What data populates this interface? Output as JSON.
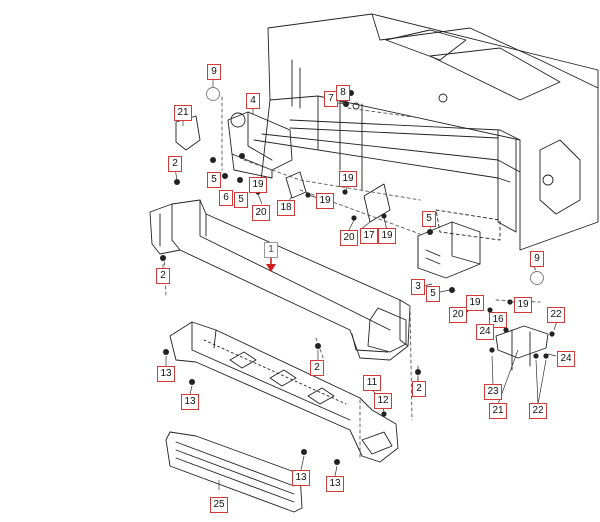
{
  "diagram": {
    "callouts": [
      {
        "id": "c1",
        "label": "1",
        "variant": "grey"
      },
      {
        "id": "c2a",
        "label": "2"
      },
      {
        "id": "c2b",
        "label": "2"
      },
      {
        "id": "c2c",
        "label": "2"
      },
      {
        "id": "c2d",
        "label": "2"
      },
      {
        "id": "c3",
        "label": "3"
      },
      {
        "id": "c4",
        "label": "4"
      },
      {
        "id": "c5a",
        "label": "5"
      },
      {
        "id": "c5b",
        "label": "5"
      },
      {
        "id": "c5c",
        "label": "5"
      },
      {
        "id": "c5d",
        "label": "5"
      },
      {
        "id": "c6",
        "label": "6"
      },
      {
        "id": "c7",
        "label": "7"
      },
      {
        "id": "c8",
        "label": "8"
      },
      {
        "id": "c9a",
        "label": "9"
      },
      {
        "id": "c9b",
        "label": "9"
      },
      {
        "id": "c11",
        "label": "11"
      },
      {
        "id": "c12",
        "label": "12"
      },
      {
        "id": "c13a",
        "label": "13"
      },
      {
        "id": "c13b",
        "label": "13"
      },
      {
        "id": "c13c",
        "label": "13"
      },
      {
        "id": "c13d",
        "label": "13"
      },
      {
        "id": "c16",
        "label": "16"
      },
      {
        "id": "c17",
        "label": "17"
      },
      {
        "id": "c18",
        "label": "18"
      },
      {
        "id": "c19a",
        "label": "19"
      },
      {
        "id": "c19b",
        "label": "19"
      },
      {
        "id": "c19c",
        "label": "19"
      },
      {
        "id": "c19d",
        "label": "19"
      },
      {
        "id": "c19e",
        "label": "19"
      },
      {
        "id": "c19f",
        "label": "19"
      },
      {
        "id": "c20a",
        "label": "20"
      },
      {
        "id": "c20b",
        "label": "20"
      },
      {
        "id": "c20c",
        "label": "20"
      },
      {
        "id": "c21a",
        "label": "21"
      },
      {
        "id": "c21b",
        "label": "21"
      },
      {
        "id": "c22a",
        "label": "22"
      },
      {
        "id": "c22b",
        "label": "22"
      },
      {
        "id": "c23",
        "label": "23"
      },
      {
        "id": "c24a",
        "label": "24"
      },
      {
        "id": "c24b",
        "label": "24"
      },
      {
        "id": "c25",
        "label": "25"
      }
    ]
  }
}
